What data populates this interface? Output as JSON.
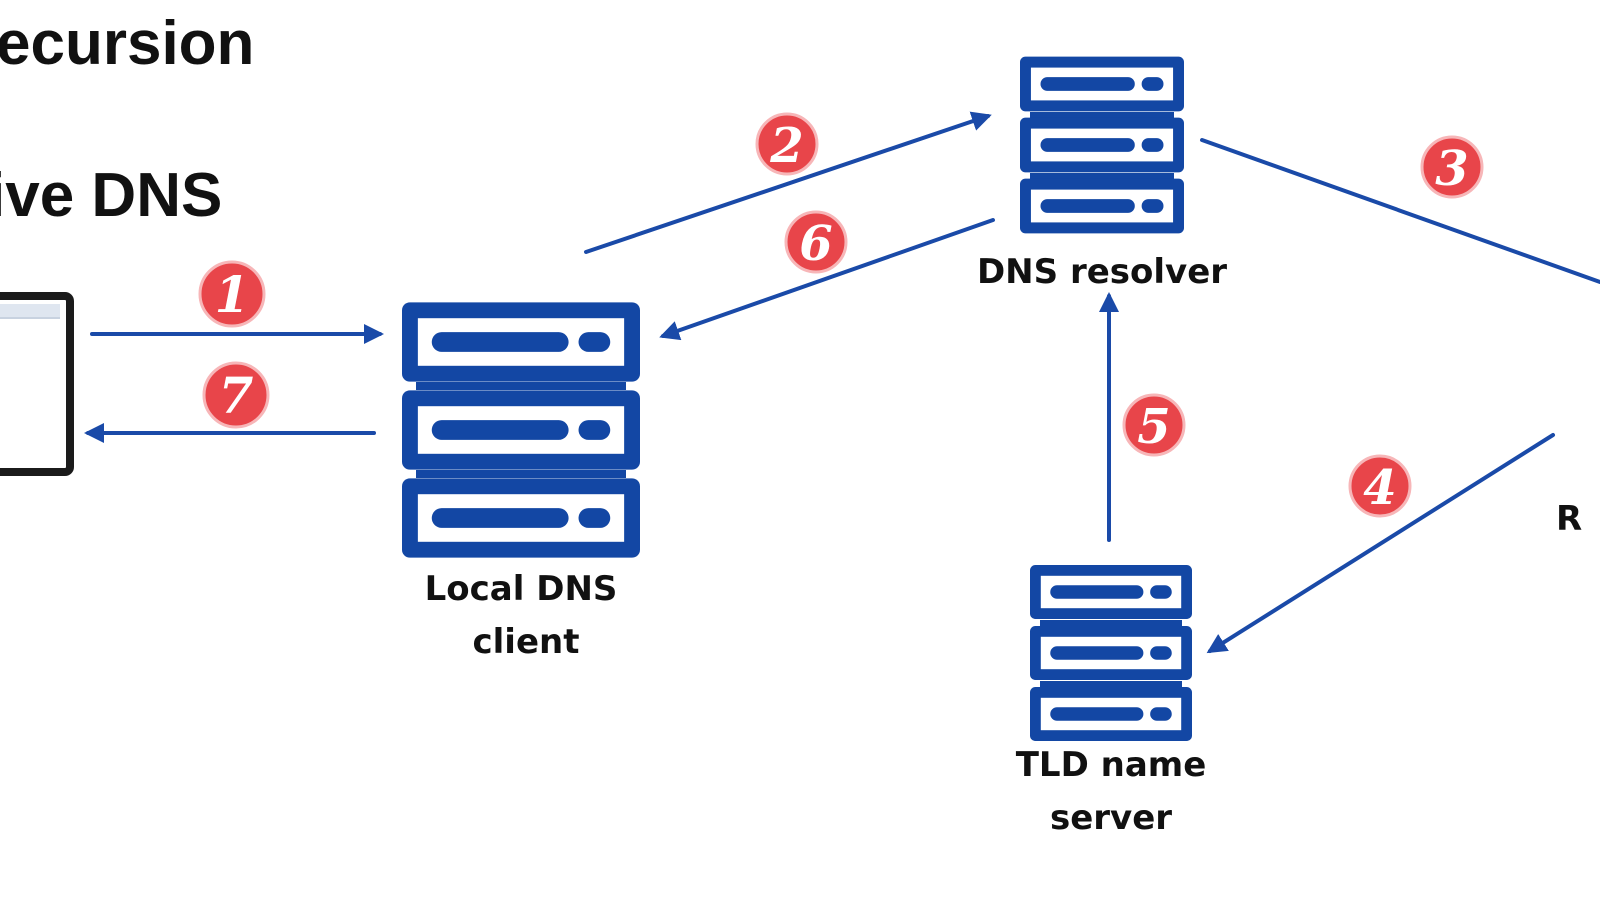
{
  "titles": {
    "line1": "ecursion",
    "line2": "ive DNS"
  },
  "labels": {
    "local_client_line1": "Local DNS",
    "local_client_line2": "client",
    "resolver": "DNS resolver",
    "tld_line1": "TLD name",
    "tld_line2": "server",
    "edge_fragment": "R"
  },
  "steps": [
    "1",
    "2",
    "3",
    "4",
    "5",
    "6",
    "7"
  ],
  "colors": {
    "server_blue": "#1347a4",
    "arrow_blue": "#1a4aa8",
    "badge_red": "#e8454a",
    "text": "#111111"
  },
  "icons": {
    "server": "server-rack-icon",
    "computer": "computer-monitor-icon"
  }
}
